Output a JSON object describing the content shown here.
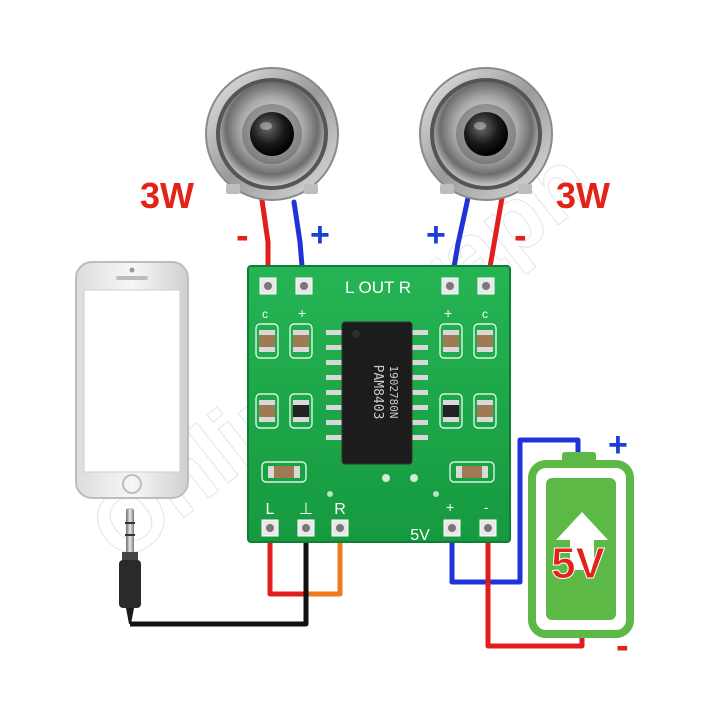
{
  "labels": {
    "power_left": "3W",
    "power_right": "3W",
    "minus": "-",
    "plus": "+",
    "battery_voltage": "5V"
  },
  "board": {
    "out_header": "L OUT R",
    "in_left": "L",
    "in_ground": "⊥",
    "in_right": "R",
    "supply": "5V",
    "chip_marking_1": "PAM8403",
    "chip_marking_2": "1902780N"
  },
  "watermark": "OnlineHaraph",
  "colors": {
    "label_red": "#e2231a",
    "label_blue": "#1c3fd6",
    "wire_red": "#e01e1e",
    "wire_blue": "#2033d8",
    "wire_black": "#111111",
    "wire_orange": "#f07a1e",
    "pcb_green": "#1fa84a",
    "battery_green": "#5cb946",
    "chip_black": "#1c1c1c"
  },
  "icons": {
    "speaker_left": "speaker-icon",
    "speaker_right": "speaker-icon",
    "phone": "smartphone-icon",
    "jack": "audio-jack-icon",
    "battery": "battery-icon"
  }
}
